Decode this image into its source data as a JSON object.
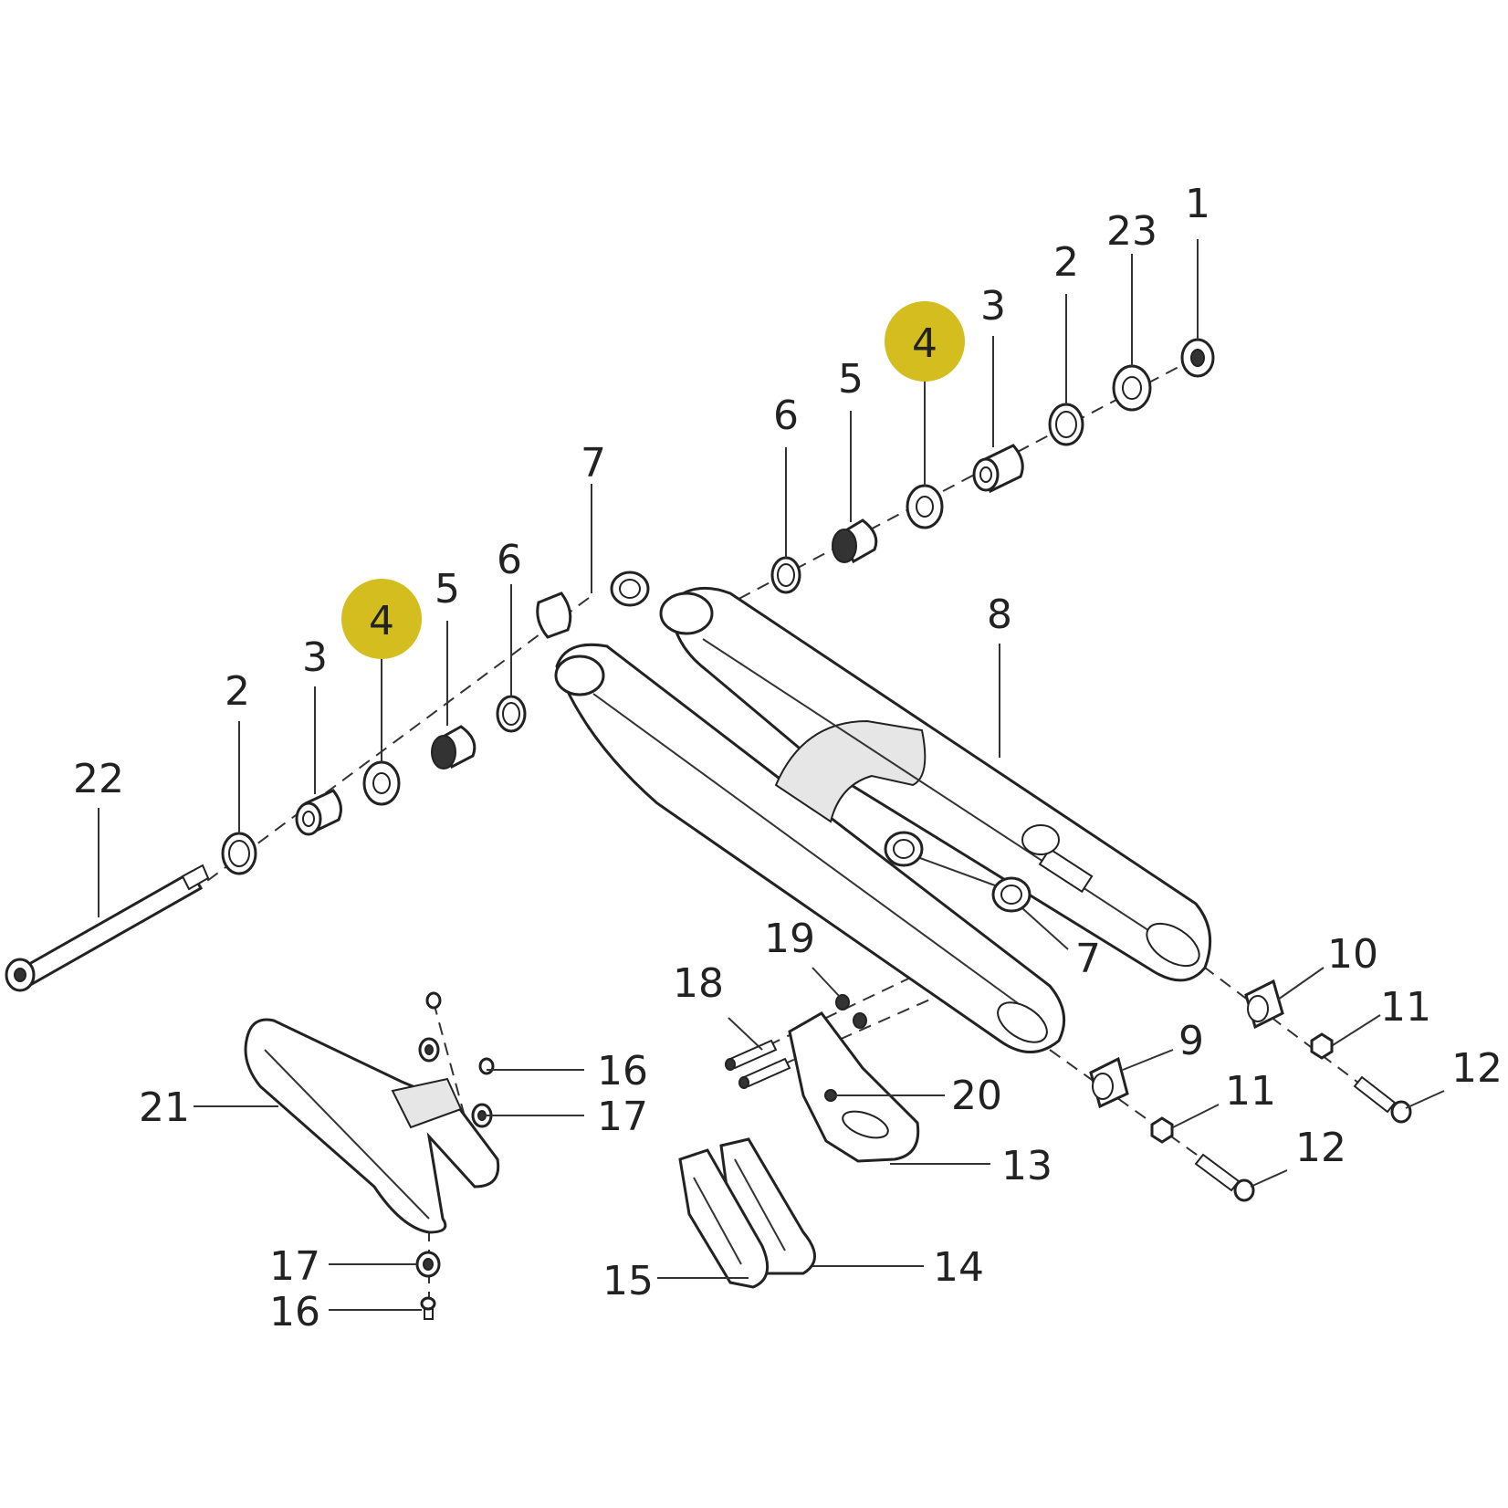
{
  "highlight_color": "#d4bd1f",
  "callouts": {
    "p1": "1",
    "p23": "23",
    "p2_top": "2",
    "p3_top": "3",
    "p4_top": "4",
    "p5_top": "5",
    "p6_top": "6",
    "p7_top": "7",
    "p8": "8",
    "p6_left": "6",
    "p5_left": "5",
    "p4_left": "4",
    "p3_left": "3",
    "p2_left": "2",
    "p22": "22",
    "p7_mid": "7",
    "p10": "10",
    "p11_right": "11",
    "p12_right": "12",
    "p9": "9",
    "p11_mid": "11",
    "p12_mid": "12",
    "p19": "19",
    "p18": "18",
    "p20": "20",
    "p13": "13",
    "p14": "14",
    "p15": "15",
    "p16_top": "16",
    "p17_top": "17",
    "p21": "21",
    "p17_bottom": "17",
    "p16_bottom": "16"
  }
}
